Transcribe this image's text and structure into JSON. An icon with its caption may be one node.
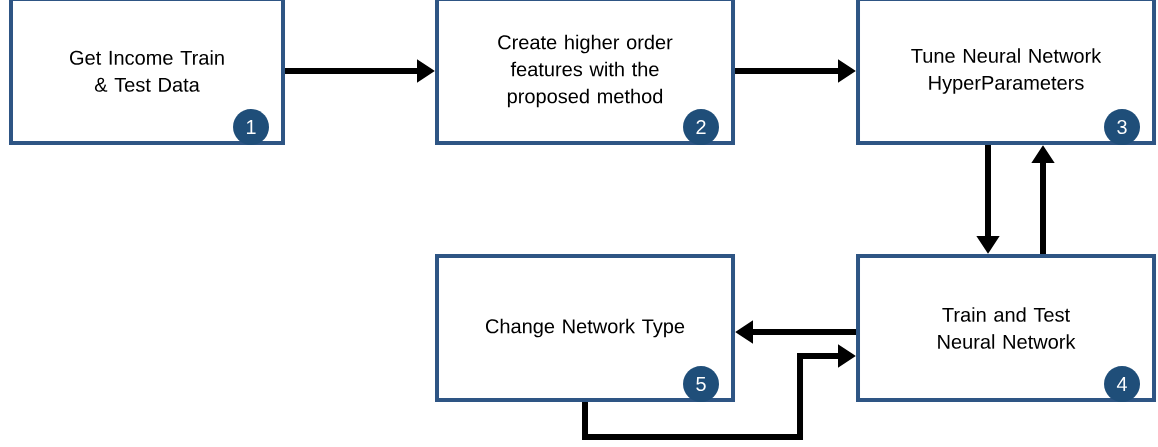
{
  "diagram": {
    "nodes": [
      {
        "text": [
          "Get Income Train & Test Data"
        ]
      },
      {
        "text": [
          "1"
        ],
        "in": 0
      },
      {
        "text": [
          "Create higher order features with the proposed method"
        ]
      },
      {
        "text": [
          "2"
        ],
        "in": 2
      },
      {
        "text": [
          "Tune Neural Network HyperParameters"
        ]
      },
      {
        "text": [
          "3"
        ],
        "in": 4
      },
      {
        "text": [
          "Change Network Type"
        ]
      },
      {
        "text": [
          "5"
        ],
        "in": 6
      },
      {
        "text": [
          "Train and Test Neural Network"
        ]
      },
      {
        "text": [
          "4"
        ],
        "in": 8
      }
    ],
    "edges": [
      {
        "from": 0,
        "to": 2,
        "arrow": "to"
      },
      {
        "from": 2,
        "to": 4,
        "arrow": "to"
      },
      {
        "from": 4,
        "to": 8,
        "arrow": "to"
      },
      {
        "from": 8,
        "to": 4,
        "arrow": "to"
      },
      {
        "from": 8,
        "to": 6,
        "arrow": "to"
      },
      {
        "from": 6,
        "to": 8,
        "arrow": "to"
      }
    ]
  }
}
